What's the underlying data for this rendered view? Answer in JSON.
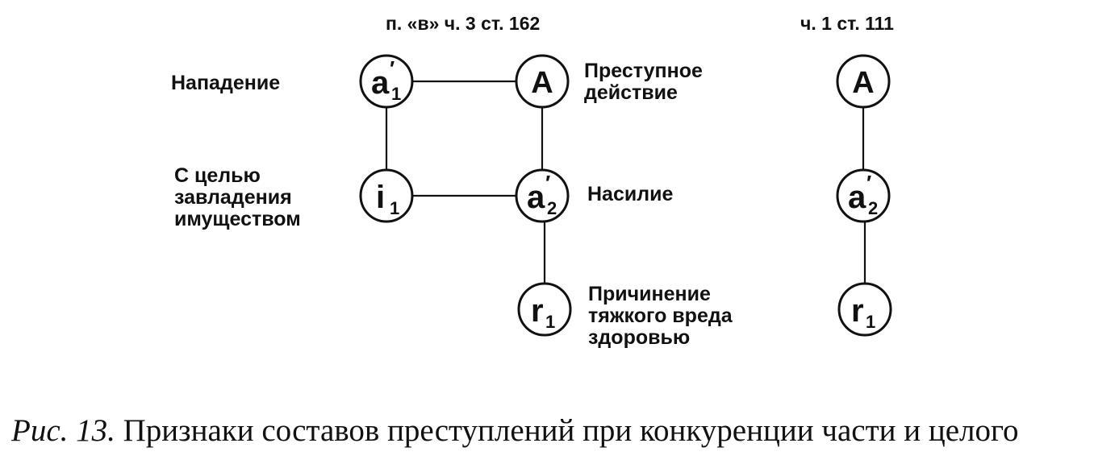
{
  "headers": {
    "left": "п. «в» ч. 3 ст. 162",
    "right": "ч. 1 ст. 111"
  },
  "nodes": {
    "a1": {
      "main": "a",
      "sub": "1",
      "prime": "′"
    },
    "A_left": {
      "main": "A"
    },
    "i1": {
      "main": "i",
      "sub": "1"
    },
    "a2_left": {
      "main": "a",
      "sub": "2",
      "prime": "′"
    },
    "r1_left": {
      "main": "r",
      "sub": "1"
    },
    "A_right": {
      "main": "A"
    },
    "a2_right": {
      "main": "a",
      "sub": "2",
      "prime": "′"
    },
    "r1_right": {
      "main": "r",
      "sub": "1"
    }
  },
  "labels": {
    "napadenie": "Нападение",
    "prestupnoe_1": "Преступное",
    "prestupnoe_2": "действие",
    "celyu_1": "С целью",
    "celyu_2": "завладения",
    "celyu_3": "имуществом",
    "nasilie": "Насилие",
    "prichinenie_1": "Причинение",
    "prichinenie_2": "тяжкого вреда",
    "prichinenie_3": "здоровью"
  },
  "caption": {
    "number": "Рис. 13.",
    "text": "Признаки составов преступлений при конкуренции части и целого"
  }
}
